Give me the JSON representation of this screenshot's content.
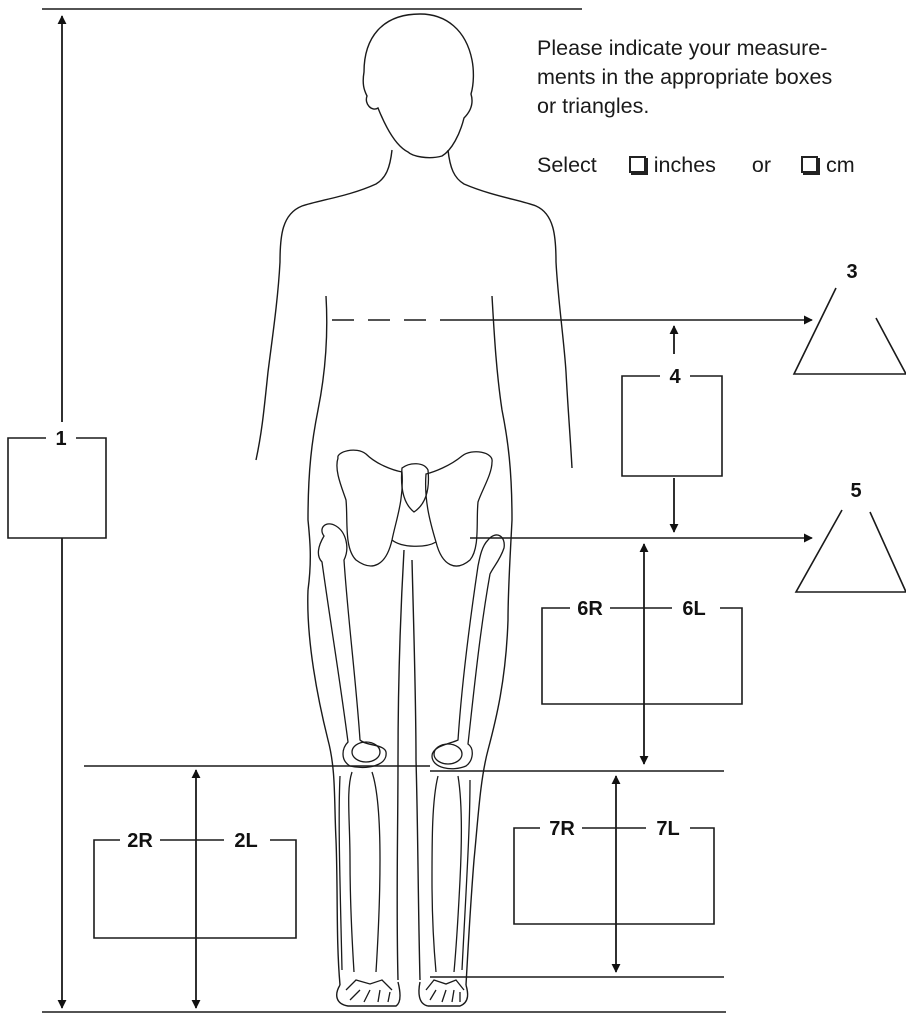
{
  "instructions": {
    "line1": "Please indicate your measure-",
    "line2": "ments in the appropriate boxes",
    "line3": "or triangles.",
    "select_label": "Select",
    "option_inches": "inches",
    "option_or": "or",
    "option_cm": "cm"
  },
  "labels": {
    "m1": "1",
    "m2r": "2R",
    "m2l": "2L",
    "m3": "3",
    "m4": "4",
    "m5": "5",
    "m6r": "6R",
    "m6l": "6L",
    "m7r": "7R",
    "m7l": "7L"
  }
}
